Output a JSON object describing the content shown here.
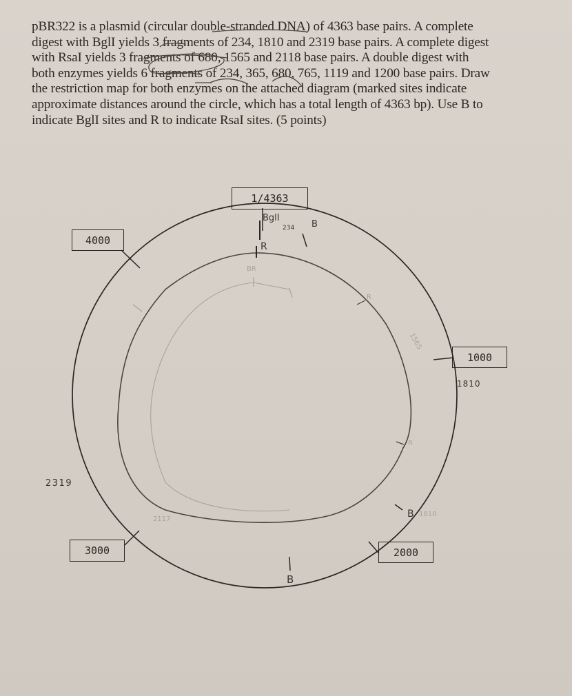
{
  "problem": {
    "lines": [
      "pBR322 is a plasmid (circular double-stranded DNA) of 4363 base pairs.  A complete",
      "digest with BglI yields 3 fragments of 234, 1810 and 2319 base pairs.  A complete digest",
      "with RsaI yields 3 fragments of 680, 1565 and 2118 base pairs.  A double digest with",
      "both enzymes yields 6 fragments of 234, 365, 680, 765, 1119 and 1200 base pairs.  Draw",
      "the restriction map for both enzymes on the attached diagram (marked sites indicate",
      "approximate distances around the circle, which has a total length of 4363 bp).  Use B to",
      "indicate BglI sites and R to indicate RsaI sites.  (5 points)"
    ]
  },
  "diagram": {
    "total_bp": 4363,
    "markers": {
      "top": "1/4363",
      "right": "1000",
      "bottom_right": "2000",
      "bottom_left": "3000",
      "top_left": "4000"
    },
    "handwritten": {
      "bgli_label": "BglI",
      "distance_234": "234",
      "site_b_top": "B",
      "site_r_top": "R",
      "note_1810": "1810",
      "note_2319": "2319",
      "site_b_right": "B",
      "site_b_bottom": "B",
      "site_r_right": "R",
      "site_r_upper_right": "R",
      "inner_br": "BR",
      "faint_1565": "1565",
      "faint_2117": "2117",
      "faint_1810": "1810"
    }
  }
}
